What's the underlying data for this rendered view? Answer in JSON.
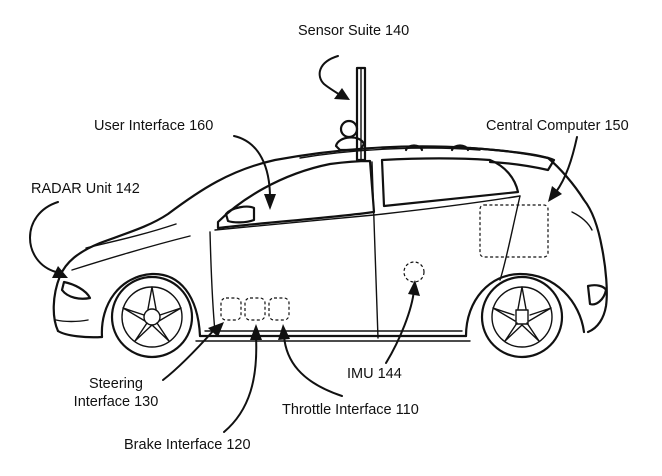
{
  "labels": {
    "sensor_suite": "Sensor Suite 140",
    "user_interface": "User Interface 160",
    "central_computer": "Central Computer 150",
    "radar_unit": "RADAR Unit 142",
    "steering_line1": "Steering",
    "steering_line2": "Interface 130",
    "imu": "IMU 144",
    "throttle_interface": "Throttle Interface 110",
    "brake_interface": "Brake Interface 120"
  }
}
